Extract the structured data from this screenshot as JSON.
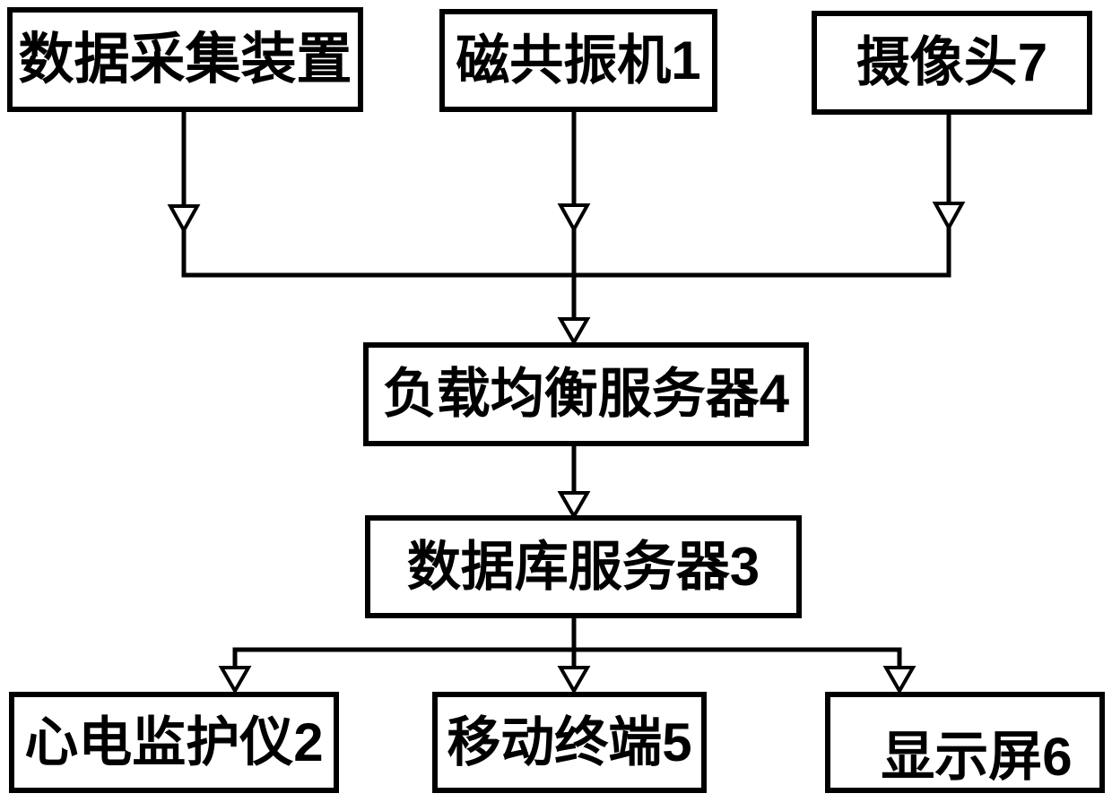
{
  "diagram": {
    "type": "flowchart",
    "background_color": "#ffffff",
    "line_color": "#000000",
    "box_fill_color": "#ffffff",
    "nodes": {
      "data_collection": {
        "label": "数据采集装置"
      },
      "mri_machine": {
        "label": "磁共振机1"
      },
      "camera": {
        "label": "摄像头7"
      },
      "load_balancer": {
        "label": "负载均衡服务器4"
      },
      "database_server": {
        "label": "数据库服务器3"
      },
      "ecg_monitor": {
        "label": "心电监护仪2"
      },
      "mobile_terminal": {
        "label": "移动终端5"
      },
      "display_screen": {
        "label": "显示屏6"
      }
    },
    "edges": [
      {
        "from": "data_collection",
        "to": "load_balancer"
      },
      {
        "from": "mri_machine",
        "to": "load_balancer"
      },
      {
        "from": "camera",
        "to": "load_balancer"
      },
      {
        "from": "load_balancer",
        "to": "database_server"
      },
      {
        "from": "database_server",
        "to": "ecg_monitor"
      },
      {
        "from": "database_server",
        "to": "mobile_terminal"
      },
      {
        "from": "database_server",
        "to": "display_screen"
      }
    ]
  }
}
